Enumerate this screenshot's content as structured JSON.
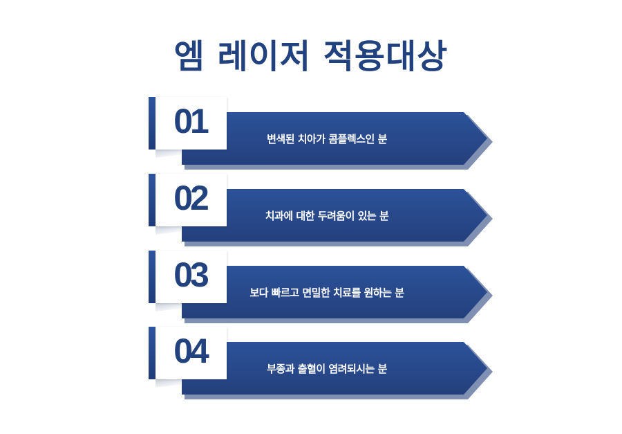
{
  "title": "엠 레이저 적용대상",
  "colors": {
    "primary": "#22417f",
    "banner_top": "#2c529a",
    "banner_bottom": "#24407c",
    "shadow": "#8090b3",
    "text_on_banner": "#ffffff"
  },
  "items": [
    {
      "number": "01",
      "text": "변색된 치아가 콤플렉스인 분"
    },
    {
      "number": "02",
      "text": "치과에 대한 두려움이 있는 분"
    },
    {
      "number": "03",
      "text": "보다 빠르고 면밀한 치료를 원하는 분"
    },
    {
      "number": "04",
      "text": "부종과 출혈이 염려되시는 분"
    }
  ]
}
